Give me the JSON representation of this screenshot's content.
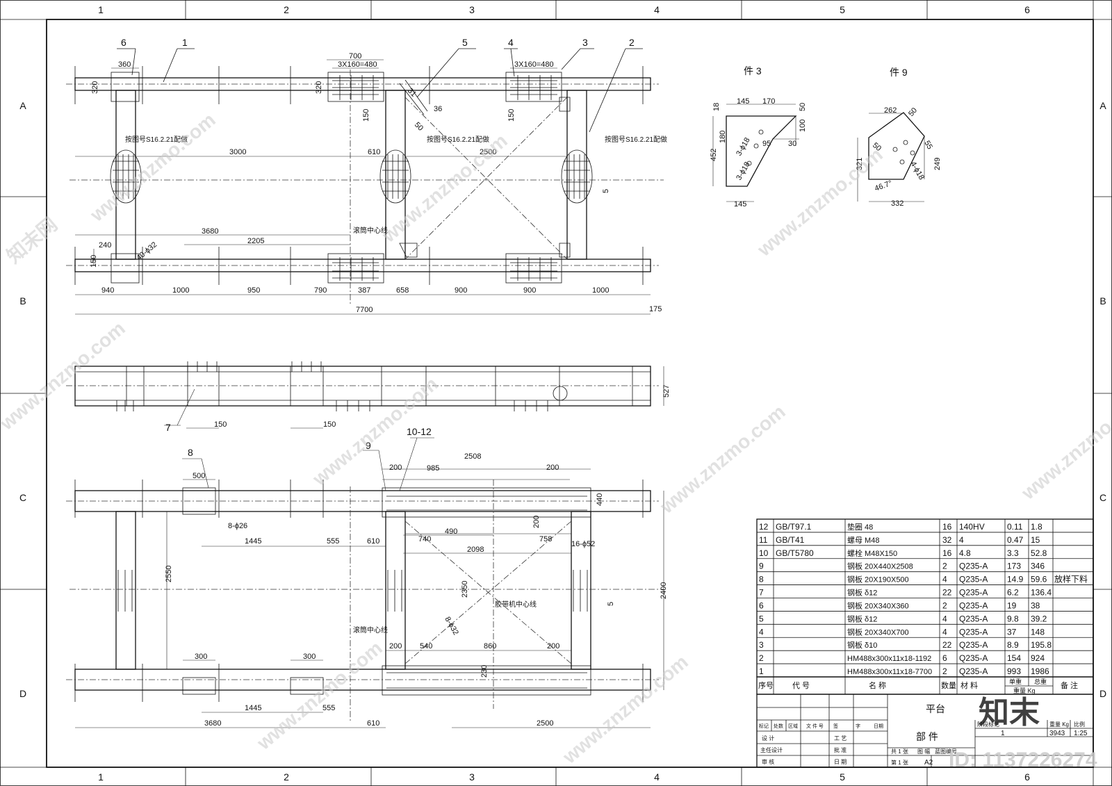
{
  "border": {
    "columns": [
      "1",
      "2",
      "3",
      "4",
      "5",
      "6"
    ],
    "rows": [
      "A",
      "B",
      "C",
      "D"
    ]
  },
  "top_view": {
    "part_numbers": [
      "1",
      "2",
      "3",
      "4",
      "5",
      "6"
    ],
    "dims": {
      "d360": "360",
      "d700": "700",
      "d3x160_a": "3X160=480",
      "d3x160_b": "3X160=480",
      "d320": "320",
      "d320b": "320",
      "d150a": "150",
      "d150b": "150",
      "d31": "31",
      "d36": "36",
      "d50": "50",
      "d3000": "3000",
      "d610": "610",
      "d2500": "2500",
      "d5": "5",
      "d3680": "3680",
      "d2205": "2205",
      "d240": "240",
      "d40phi32": "40-ϕ32",
      "d150c": "150",
      "d940": "940",
      "d1000a": "1000",
      "d950": "950",
      "d790": "790",
      "d387": "387",
      "d658": "658",
      "d900a": "900",
      "d900b": "900",
      "d1000b": "1000",
      "d7700": "7700",
      "d175": "175"
    },
    "notes": {
      "ref1": "按图号S16.2.21配做",
      "ref2": "按图号S16.2.21配做",
      "ref3": "按图号S16.2.21配做",
      "center": "滚筒中心线"
    }
  },
  "side_view": {
    "part_number": "7",
    "dims": {
      "d150a": "150",
      "d150b": "150",
      "d527": "527"
    }
  },
  "bottom_view": {
    "part_numbers": {
      "p8": "8",
      "p9": "9",
      "p1012": "10-12"
    },
    "dims": {
      "d500": "500",
      "d8phi26": "8-ϕ26",
      "d1445a": "1445",
      "d555a": "555",
      "d610a": "610",
      "d2508": "2508",
      "d200a": "200",
      "d985": "985",
      "d200b": "200",
      "d440": "440",
      "d490": "490",
      "d740": "740",
      "d758": "758",
      "d16phi52": "16-ϕ52",
      "d200c": "200",
      "d2098": "2098",
      "d2550": "2550",
      "d2350": "2350",
      "d2400": "2400",
      "d5": "5",
      "d8phi32": "8-ϕ32",
      "d300a": "300",
      "d300b": "300",
      "d200d": "200",
      "d540": "540",
      "d860": "860",
      "d200e": "200",
      "d230": "230",
      "d1445b": "1445",
      "d555b": "555",
      "d3680": "3680",
      "d610b": "610",
      "d2500": "2500"
    },
    "notes": {
      "center1": "滚筒中心线",
      "center2": "胶带机中心线"
    }
  },
  "detail3": {
    "title": "件 3",
    "dims": {
      "d18": "18",
      "d145": "145",
      "d170": "170",
      "d50": "50",
      "d100": "100",
      "d180": "180",
      "d452": "452",
      "d3phi18a": "3-ϕ18",
      "d3phi18b": "3-ϕ18",
      "d95": "95",
      "d30": "30",
      "d145b": "145"
    }
  },
  "detail9": {
    "title": "件 9",
    "dims": {
      "d262": "262",
      "d50a": "50",
      "d50b": "50",
      "d55": "55",
      "d321": "321",
      "d4phi18": "4-ϕ18",
      "d249": "249",
      "d46": "46.7°",
      "d332": "332"
    }
  },
  "bom": {
    "rows": [
      {
        "no": "12",
        "code": "GB/T97.1",
        "name": "垫圈 48",
        "qty": "16",
        "mat": "140HV",
        "unit": "0.11",
        "total": "1.8",
        "note": ""
      },
      {
        "no": "11",
        "code": "GB/T41",
        "name": "螺母 M48",
        "qty": "32",
        "mat": "4",
        "unit": "0.47",
        "total": "15",
        "note": ""
      },
      {
        "no": "10",
        "code": "GB/T5780",
        "name": "螺栓 M48X150",
        "qty": "16",
        "mat": "4.8",
        "unit": "3.3",
        "total": "52.8",
        "note": ""
      },
      {
        "no": "9",
        "code": "",
        "name": "钢板 20X440X2508",
        "qty": "2",
        "mat": "Q235-A",
        "unit": "173",
        "total": "346",
        "note": ""
      },
      {
        "no": "8",
        "code": "",
        "name": "钢板 20X190X500",
        "qty": "4",
        "mat": "Q235-A",
        "unit": "14.9",
        "total": "59.6",
        "note": "放样下料"
      },
      {
        "no": "7",
        "code": "",
        "name": "钢板 δ12",
        "qty": "22",
        "mat": "Q235-A",
        "unit": "6.2",
        "total": "136.4",
        "note": ""
      },
      {
        "no": "6",
        "code": "",
        "name": "钢板 20X340X360",
        "qty": "2",
        "mat": "Q235-A",
        "unit": "19",
        "total": "38",
        "note": ""
      },
      {
        "no": "5",
        "code": "",
        "name": "钢板 δ12",
        "qty": "4",
        "mat": "Q235-A",
        "unit": "9.8",
        "total": "39.2",
        "note": ""
      },
      {
        "no": "4",
        "code": "",
        "name": "钢板 20X340X700",
        "qty": "4",
        "mat": "Q235-A",
        "unit": "37",
        "total": "148",
        "note": ""
      },
      {
        "no": "3",
        "code": "",
        "name": "钢板 δ10",
        "qty": "22",
        "mat": "Q235-A",
        "unit": "8.9",
        "total": "195.8",
        "note": ""
      },
      {
        "no": "2",
        "code": "",
        "name": "HM488x300x11x18-1192",
        "qty": "6",
        "mat": "Q235-A",
        "unit": "154",
        "total": "924",
        "note": ""
      },
      {
        "no": "1",
        "code": "",
        "name": "HM488x300x11x18-7700",
        "qty": "2",
        "mat": "Q235-A",
        "unit": "993",
        "total": "1986",
        "note": ""
      }
    ],
    "header": {
      "no": "序号",
      "code": "代  号",
      "name": "名   称",
      "qty": "数量",
      "mat": "材  料",
      "unit": "单重",
      "total": "总重",
      "weight": "重量  Kg",
      "note": "备 注"
    }
  },
  "title_block": {
    "title": "平台",
    "subtitle": "部    件",
    "headers": [
      "标记",
      "处数",
      "区域",
      "文 件 号",
      "签",
      "字",
      "日期"
    ],
    "roles": [
      [
        "设  计",
        "工  艺"
      ],
      [
        "主任设计",
        "批  准"
      ],
      [
        "审  核",
        "日  期"
      ]
    ],
    "stage": "阶段标记",
    "weight_label": "重量 Kg",
    "scale_label": "比例",
    "qty": "1",
    "weight": "3943",
    "scale": "1:25",
    "sheets_total": "共 1 张",
    "sheet_no": "第 1 张",
    "drawing_no_label": "图   幅",
    "size": "A2",
    "blueprint_label": "蓝图编号"
  },
  "watermarks": {
    "site": "www.znzmo.com",
    "brand": "知末网",
    "logo": "知末",
    "id": "ID: 1137226274"
  }
}
